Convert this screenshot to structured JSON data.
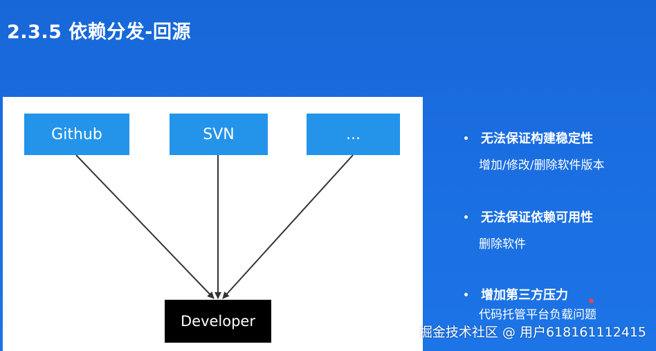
{
  "slide": {
    "title": "2.3.5 依赖分发-回源"
  },
  "diagram": {
    "sources": [
      {
        "label": "Github"
      },
      {
        "label": "SVN"
      },
      {
        "label": "..."
      }
    ],
    "target": {
      "label": "Developer"
    }
  },
  "bullets": [
    {
      "title": "无法保证构建稳定性",
      "sub": "增加/修改/删除软件版本"
    },
    {
      "title": "无法保证依赖可用性",
      "sub": "删除软件"
    },
    {
      "title": "增加第三方压力",
      "sub": "代码托管平台负载问题"
    }
  ],
  "watermark": "掘金技术社区 @ 用户618161112415",
  "colors": {
    "background": "#1a6de0",
    "source_box": "#2394ea",
    "target_box": "#000000",
    "arrow": "#333333"
  }
}
